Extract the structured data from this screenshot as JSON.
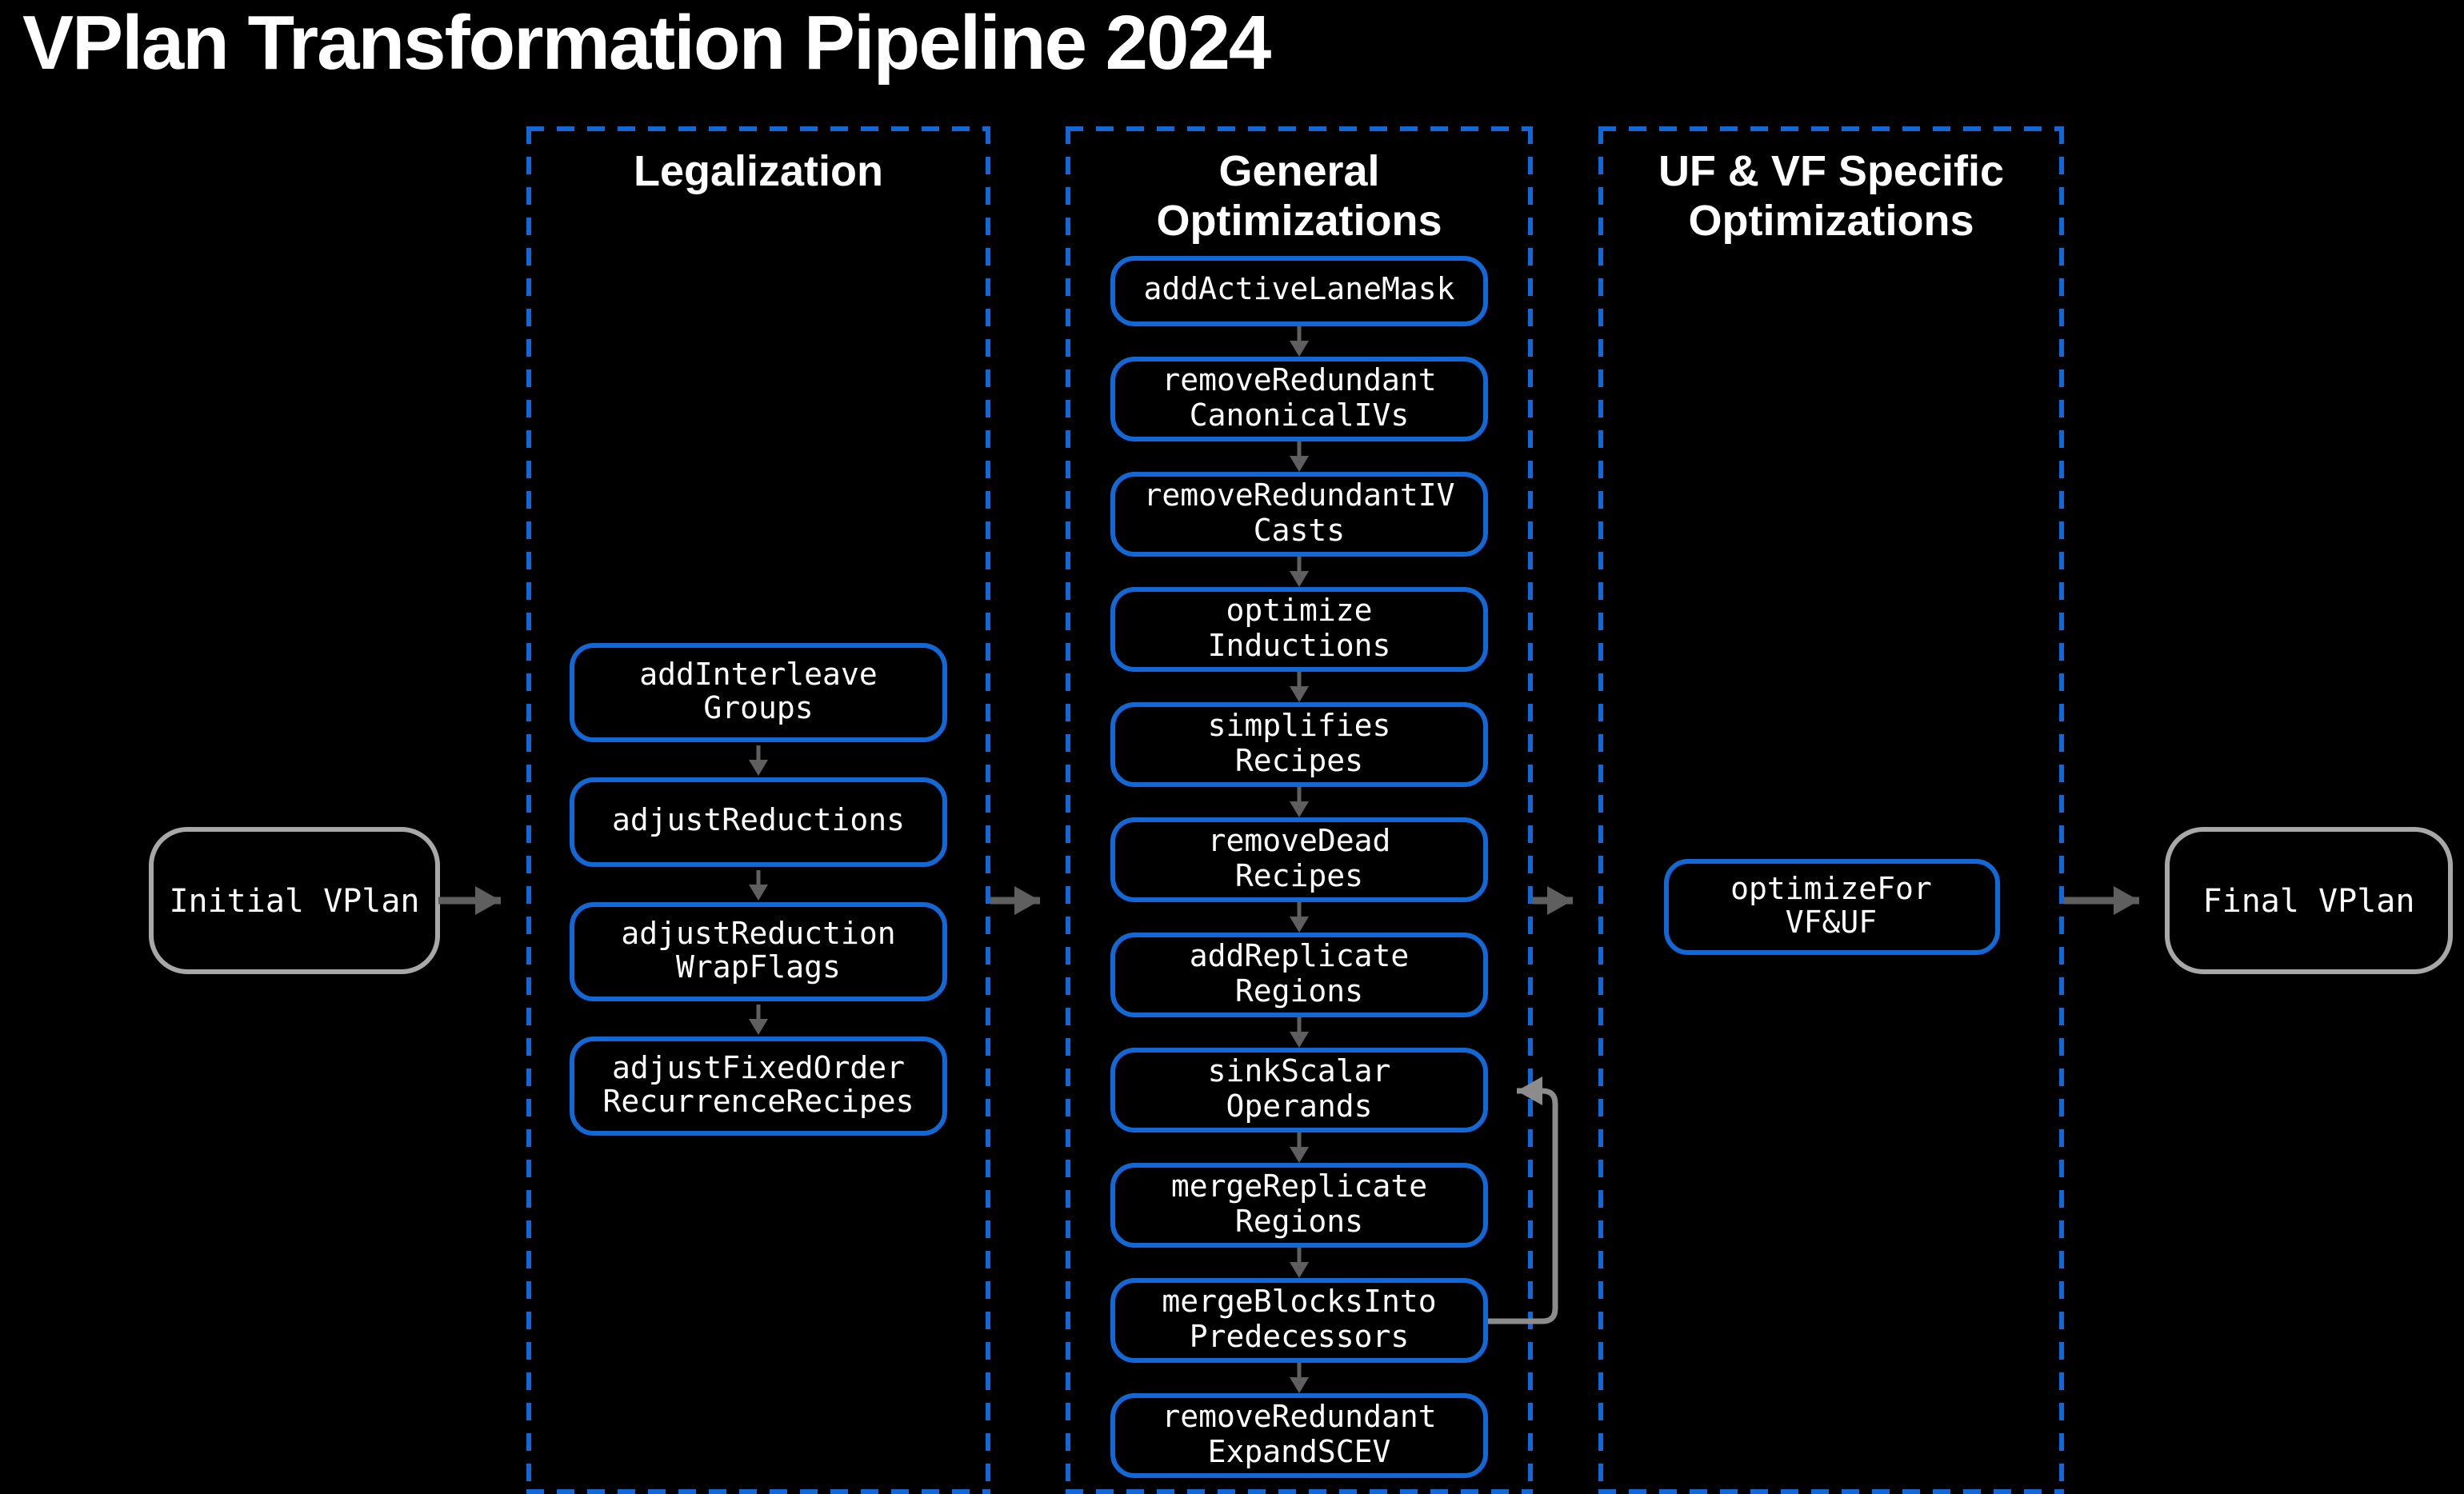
{
  "title": "VPlan Transformation Pipeline 2024",
  "nodes": {
    "initial": {
      "id": "initial-vplan",
      "label": "Initial VPlan"
    },
    "final": {
      "id": "final-vplan",
      "label": "Final VPlan"
    }
  },
  "columns": [
    {
      "id": "legalization",
      "title": "Legalization",
      "boxes": [
        {
          "id": "addInterleaveGroups",
          "label": "addInterleave\nGroups"
        },
        {
          "id": "adjustReductions",
          "label": "adjustReductions"
        },
        {
          "id": "adjustReductionWrapFlags",
          "label": "adjustReduction\nWrapFlags"
        },
        {
          "id": "adjustFixedOrderRecurrenceRecipes",
          "label": "adjustFixedOrder\nRecurrenceRecipes"
        }
      ]
    },
    {
      "id": "general-optimizations",
      "title": "General\nOptimizations",
      "boxes": [
        {
          "id": "addActiveLaneMask",
          "label": "addActiveLaneMask"
        },
        {
          "id": "removeRedundantCanonicalIVs",
          "label": "removeRedundant\nCanonicalIVs"
        },
        {
          "id": "removeRedundantIVCasts",
          "label": "removeRedundantIV\nCasts"
        },
        {
          "id": "optimizeInductions",
          "label": "optimize\nInductions"
        },
        {
          "id": "simplifiesRecipes",
          "label": "simplifies\nRecipes"
        },
        {
          "id": "removeDeadRecipes",
          "label": "removeDead\nRecipes"
        },
        {
          "id": "addReplicateRegions",
          "label": "addReplicate\nRegions"
        },
        {
          "id": "sinkScalarOperands",
          "label": "sinkScalar\nOperands"
        },
        {
          "id": "mergeReplicateRegions",
          "label": "mergeReplicate\nRegions"
        },
        {
          "id": "mergeBlocksIntoPredecessors",
          "label": "mergeBlocksInto\nPredecessors"
        },
        {
          "id": "removeRedundantExpandSCEV",
          "label": "removeRedundant\nExpandSCEV"
        }
      ]
    },
    {
      "id": "uf-vf-specific-optimizations",
      "title": "UF & VF Specific\nOptimizations",
      "boxes": [
        {
          "id": "optimizeForVFUF",
          "label": "optimizeFor\nVF&UF"
        }
      ]
    }
  ],
  "loop_arrow": {
    "from": "mergeBlocksIntoPredecessors",
    "to": "sinkScalarOperands"
  },
  "flow_order": [
    "Initial VPlan",
    "Legalization",
    "General Optimizations",
    "UF & VF Specific Optimizations",
    "Final VPlan"
  ],
  "colors": {
    "accent": "#1268d6",
    "arrow_gray": "#5f5f5f",
    "loop_gray": "#8c8c8c",
    "node_border_gray": "#a8a8a8",
    "text": "#ffffff",
    "background": "#000000"
  }
}
